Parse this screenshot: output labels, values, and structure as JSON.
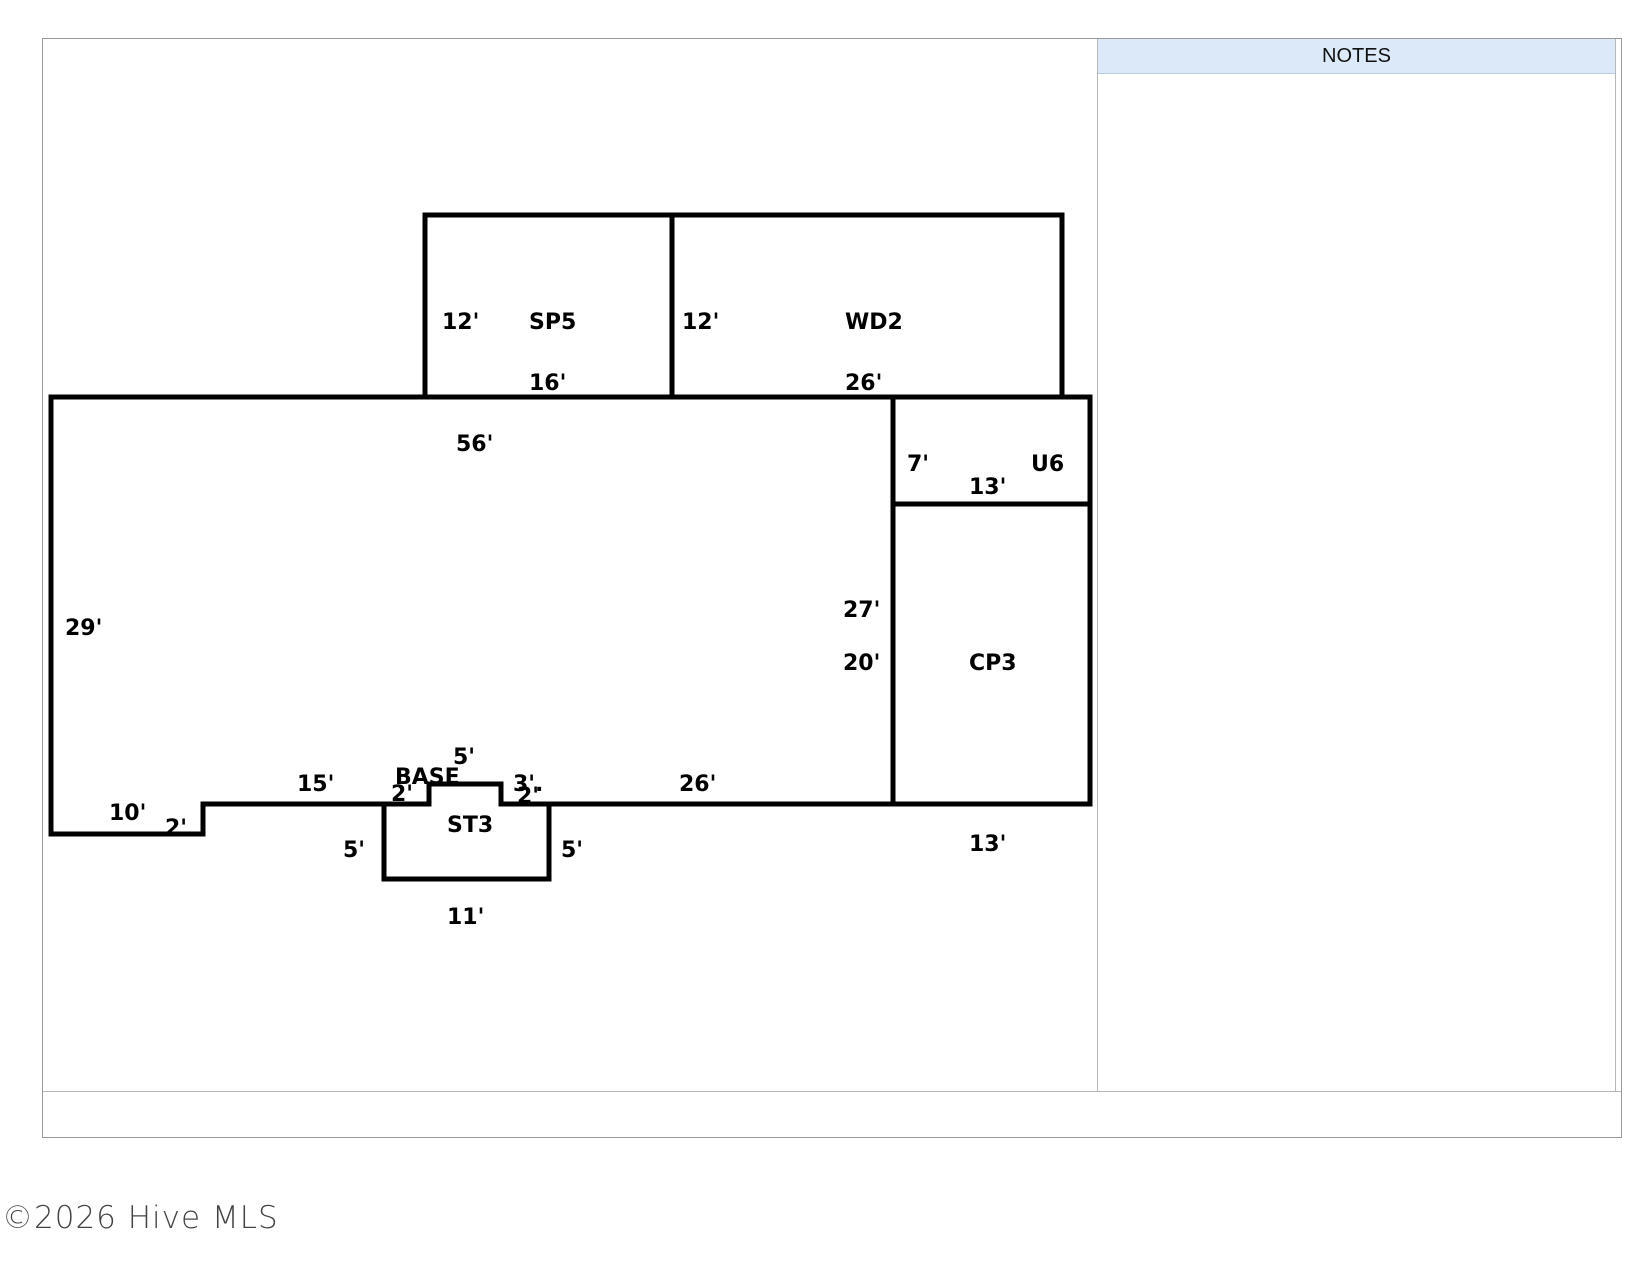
{
  "notes": {
    "header": "NOTES"
  },
  "copyright": "©2026 Hive MLS",
  "sketch": {
    "areas": {
      "sp5": "SP5",
      "wd2": "WD2",
      "u6": "U6",
      "cp3": "CP3",
      "base": "BASE",
      "st3": "ST3"
    },
    "dimensions": {
      "sp5_side": "12'",
      "sp5_bottom": "16'",
      "wd2_side": "12'",
      "wd2_bottom": "26'",
      "base_top": "56'",
      "base_left": "29'",
      "base_right_a": "27'",
      "base_right_b": "20'",
      "u6_side": "7'",
      "u6_bottom": "13'",
      "cp3_bottom": "13'",
      "step_10": "10'",
      "step_2": "2'",
      "step_15": "15'",
      "notch_2_left": "2'",
      "notch_5_top": "5'",
      "notch_3": "3'.",
      "notch_2_right": "2'",
      "bottom_26": "26'",
      "st3_left": "5'",
      "st3_right": "5'",
      "st3_bottom": "11'"
    }
  }
}
